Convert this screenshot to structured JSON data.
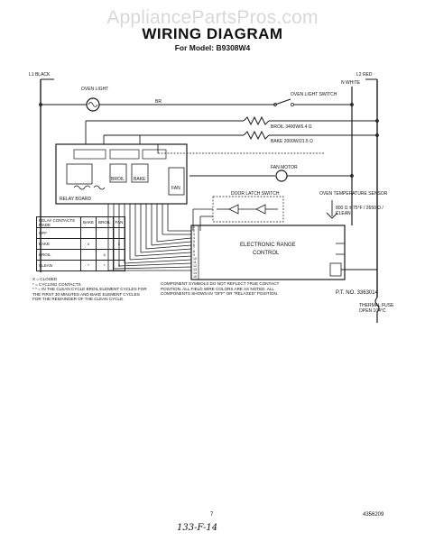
{
  "watermark": "AppliancePartsPros.com",
  "title": "WIRING DIAGRAM",
  "model": "For Model: B9308W4",
  "labels": {
    "black": "L1 BLACK",
    "red": "L2 RED",
    "white": "N WHITE",
    "oven_light": "OVEN LIGHT",
    "br": "BR",
    "oven_light_switch": "OVEN LIGHT SWITCH",
    "broil": "BROIL 3400W/6.4 Ω",
    "bake": "BAKE 2000W/21.5 Ω",
    "fan_motor": "FAN MOTOR",
    "door_latch_switch": "DOOR LATCH SWITCH",
    "oven_temp_sensor": "OVEN TEMPERATURE SENSOR",
    "sensor_spec": "800 Ω ± 75°F / 2650 Ω / CLEAN",
    "control_line1": "ELECTRONIC RANGE",
    "control_line2": "CONTROL",
    "relay_board": "RELAY BOARD",
    "relay_broil": "BROIL",
    "relay_bake": "BAKE",
    "relay_fan": "FAN",
    "part_no": "P.T. NO. 3363014",
    "thermal_fuse": "THERMAL FUSE OPEN 104°C",
    "page_number": "7",
    "doc_number": "4356209",
    "handwritten": "133-F-14"
  },
  "relay_table": {
    "header": [
      "RELAY CONTACTS MADE",
      "BAKE",
      "BROIL",
      "FAN"
    ],
    "rows": [
      {
        "mode": "OFF",
        "bake": "",
        "broil": "",
        "fan": ""
      },
      {
        "mode": "BAKE",
        "bake": "x",
        "broil": "",
        "fan": "x"
      },
      {
        "mode": "BROIL",
        "bake": "",
        "broil": "x",
        "fan": ""
      },
      {
        "mode": "CLEAN",
        "bake": "*",
        "broil": "*",
        "fan": "x"
      }
    ]
  },
  "notes": {
    "legend": [
      "X = CLOSED",
      "* = CYCLING CONTACTS",
      "* * = IN THE CLEAN CYCLE BROIL ELEMENT CYCLES FOR THE FIRST 30 MINUTES AND BAKE ELEMENT CYCLES FOR THE REMAINDER OF THE CLEAN CYCLE."
    ],
    "component": "COMPONENT SYMBOLS DO NOT REFLECT TRUE CONTACT POSITION. ALL FIELD WIRE COLORS ARE AS NOTED. ALL COMPONENTS SHOWN IN \"OFF\" OR \"RELAXED\" POSITION."
  },
  "connector_pins": [
    "1",
    "2",
    "3",
    "4",
    "5",
    "6",
    "7",
    "8",
    "9",
    "10",
    "11",
    "12",
    "13",
    "14",
    "15"
  ]
}
